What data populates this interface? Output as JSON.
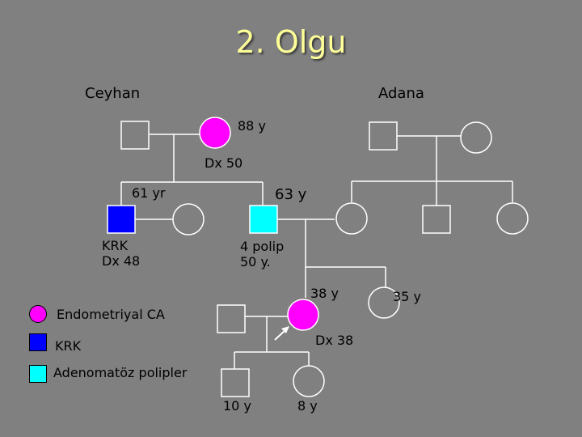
{
  "title": "2. Olgu",
  "locations": {
    "left": "Ceyhan",
    "right": "Adana"
  },
  "colors": {
    "background": "#808080",
    "title": "#ffff99",
    "endometrial_ca": "#ff00ff",
    "krk": "#0000ff",
    "adenomatous_polyps": "#00ffff",
    "unaffected": "#ffffff",
    "line": "#ffffff"
  },
  "annotations": {
    "grandmother_age": "88 y",
    "grandmother_dx": "Dx 50",
    "uncle_age": "61 yr",
    "uncle_dx_line1": "KRK",
    "uncle_dx_line2": "Dx 48",
    "father_age": "63 y",
    "father_dx_line1": "4 polip",
    "father_dx_line2": "50 y.",
    "proband_age": "38 y",
    "proband_dx": "Dx 38",
    "sister_age": "35 y",
    "son_age": "10 y",
    "daughter_age": "8 y"
  },
  "legend": [
    {
      "label": "Endometriyal CA",
      "shape": "circle",
      "color_key": "endometrial_ca"
    },
    {
      "label": "KRK",
      "shape": "square",
      "color_key": "krk"
    },
    {
      "label": "Adenomatöz polipler",
      "shape": "square",
      "color_key": "adenomatous_polyps"
    }
  ],
  "pedigree_icons": {
    "proband_arrow": "arrow-icon"
  }
}
